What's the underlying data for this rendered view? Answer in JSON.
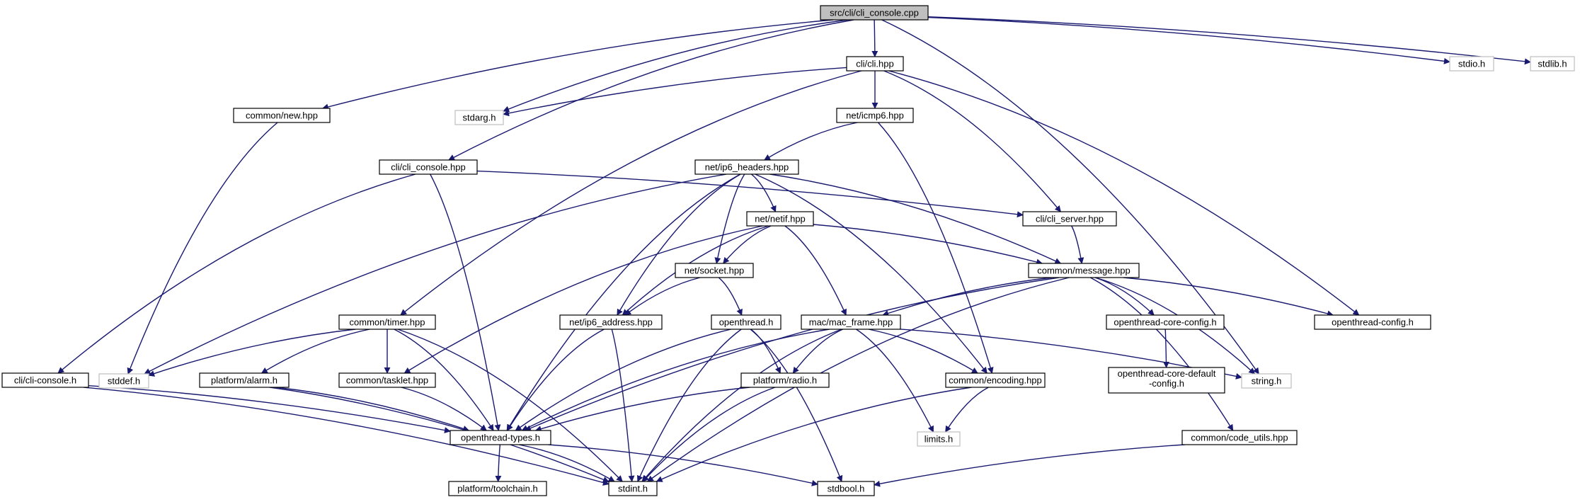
{
  "nodes": [
    {
      "id": "root",
      "label": "src/cli/cli_console.cpp",
      "kind": "root"
    },
    {
      "id": "cli_hpp",
      "label": "cli/cli.hpp",
      "kind": "local"
    },
    {
      "id": "stdio",
      "label": "stdio.h",
      "kind": "system"
    },
    {
      "id": "stdlib",
      "label": "stdlib.h",
      "kind": "system"
    },
    {
      "id": "common_new",
      "label": "common/new.hpp",
      "kind": "local"
    },
    {
      "id": "stdarg",
      "label": "stdarg.h",
      "kind": "system"
    },
    {
      "id": "net_icmp6",
      "label": "net/icmp6.hpp",
      "kind": "local"
    },
    {
      "id": "cli_console_hpp",
      "label": "cli/cli_console.hpp",
      "kind": "local"
    },
    {
      "id": "net_ip6_headers",
      "label": "net/ip6_headers.hpp",
      "kind": "local"
    },
    {
      "id": "cli_server",
      "label": "cli/cli_server.hpp",
      "kind": "local"
    },
    {
      "id": "net_netif",
      "label": "net/netif.hpp",
      "kind": "local"
    },
    {
      "id": "net_socket",
      "label": "net/socket.hpp",
      "kind": "local"
    },
    {
      "id": "common_message",
      "label": "common/message.hpp",
      "kind": "local"
    },
    {
      "id": "common_timer",
      "label": "common/timer.hpp",
      "kind": "local"
    },
    {
      "id": "net_ip6_address",
      "label": "net/ip6_address.hpp",
      "kind": "local"
    },
    {
      "id": "openthread_h",
      "label": "openthread.h",
      "kind": "local"
    },
    {
      "id": "mac_frame",
      "label": "mac/mac_frame.hpp",
      "kind": "local"
    },
    {
      "id": "ot_core_config",
      "label": "openthread-core-config.h",
      "kind": "local"
    },
    {
      "id": "ot_config",
      "label": "openthread-config.h",
      "kind": "local"
    },
    {
      "id": "cli_console_h",
      "label": "cli/cli-console.h",
      "kind": "local"
    },
    {
      "id": "stddef",
      "label": "stddef.h",
      "kind": "system"
    },
    {
      "id": "platform_alarm",
      "label": "platform/alarm.h",
      "kind": "local"
    },
    {
      "id": "common_tasklet",
      "label": "common/tasklet.hpp",
      "kind": "local"
    },
    {
      "id": "platform_radio",
      "label": "platform/radio.h",
      "kind": "local"
    },
    {
      "id": "common_encoding",
      "label": "common/encoding.hpp",
      "kind": "local"
    },
    {
      "id": "ot_core_default",
      "label": "openthread-core-default",
      "label2": "-config.h",
      "kind": "local"
    },
    {
      "id": "string_h",
      "label": "string.h",
      "kind": "system"
    },
    {
      "id": "ot_types",
      "label": "openthread-types.h",
      "kind": "local"
    },
    {
      "id": "limits",
      "label": "limits.h",
      "kind": "system"
    },
    {
      "id": "common_code_utils",
      "label": "common/code_utils.hpp",
      "kind": "local"
    },
    {
      "id": "platform_toolchain",
      "label": "platform/toolchain.h",
      "kind": "local"
    },
    {
      "id": "stdint",
      "label": "stdint.h",
      "kind": "local"
    },
    {
      "id": "stdbool",
      "label": "stdbool.h",
      "kind": "local"
    }
  ],
  "edges": [
    [
      "root",
      "cli_hpp"
    ],
    [
      "root",
      "stdio"
    ],
    [
      "root",
      "stdlib"
    ],
    [
      "root",
      "common_new"
    ],
    [
      "root",
      "stdarg"
    ],
    [
      "root",
      "cli_console_hpp"
    ],
    [
      "root",
      "string_h"
    ],
    [
      "cli_hpp",
      "stdarg"
    ],
    [
      "cli_hpp",
      "net_icmp6"
    ],
    [
      "cli_hpp",
      "cli_server"
    ],
    [
      "cli_hpp",
      "common_timer"
    ],
    [
      "cli_hpp",
      "ot_config"
    ],
    [
      "common_new",
      "stddef"
    ],
    [
      "net_icmp6",
      "net_ip6_headers"
    ],
    [
      "net_icmp6",
      "common_encoding"
    ],
    [
      "cli_console_hpp",
      "cli_server"
    ],
    [
      "cli_console_hpp",
      "cli_console_h"
    ],
    [
      "cli_console_hpp",
      "ot_types"
    ],
    [
      "net_ip6_headers",
      "net_netif"
    ],
    [
      "net_ip6_headers",
      "net_socket"
    ],
    [
      "net_ip6_headers",
      "common_message"
    ],
    [
      "net_ip6_headers",
      "net_ip6_address"
    ],
    [
      "net_ip6_headers",
      "ot_types"
    ],
    [
      "net_ip6_headers",
      "stddef"
    ],
    [
      "net_ip6_headers",
      "common_encoding"
    ],
    [
      "cli_server",
      "common_message"
    ],
    [
      "net_netif",
      "net_socket"
    ],
    [
      "net_netif",
      "common_message"
    ],
    [
      "net_netif",
      "mac_frame"
    ],
    [
      "net_netif",
      "net_ip6_address"
    ],
    [
      "net_netif",
      "common_tasklet"
    ],
    [
      "net_socket",
      "net_ip6_address"
    ],
    [
      "net_socket",
      "openthread_h"
    ],
    [
      "common_message",
      "mac_frame"
    ],
    [
      "common_message",
      "ot_core_config"
    ],
    [
      "common_message",
      "ot_config"
    ],
    [
      "common_message",
      "string_h"
    ],
    [
      "common_message",
      "common_code_utils"
    ],
    [
      "common_message",
      "ot_types"
    ],
    [
      "common_message",
      "stdint"
    ],
    [
      "common_timer",
      "common_tasklet"
    ],
    [
      "common_timer",
      "platform_alarm"
    ],
    [
      "common_timer",
      "stddef"
    ],
    [
      "common_timer",
      "ot_types"
    ],
    [
      "common_timer",
      "stdint"
    ],
    [
      "net_ip6_address",
      "ot_types"
    ],
    [
      "net_ip6_address",
      "stdint"
    ],
    [
      "openthread_h",
      "platform_radio"
    ],
    [
      "openthread_h",
      "ot_types"
    ],
    [
      "openthread_h",
      "stdint"
    ],
    [
      "openthread_h",
      "stdbool"
    ],
    [
      "mac_frame",
      "platform_radio"
    ],
    [
      "mac_frame",
      "common_encoding"
    ],
    [
      "mac_frame",
      "limits"
    ],
    [
      "mac_frame",
      "string_h"
    ],
    [
      "mac_frame",
      "ot_types"
    ],
    [
      "mac_frame",
      "stdint"
    ],
    [
      "ot_core_config",
      "ot_core_default"
    ],
    [
      "cli_console_h",
      "ot_types"
    ],
    [
      "cli_console_h",
      "stdint"
    ],
    [
      "platform_alarm",
      "ot_types"
    ],
    [
      "platform_alarm",
      "stdint"
    ],
    [
      "common_tasklet",
      "ot_types"
    ],
    [
      "platform_radio",
      "ot_types"
    ],
    [
      "platform_radio",
      "stdint"
    ],
    [
      "common_encoding",
      "limits"
    ],
    [
      "common_encoding",
      "stdint"
    ],
    [
      "ot_types",
      "platform_toolchain"
    ],
    [
      "ot_types",
      "stdint"
    ],
    [
      "ot_types",
      "stdbool"
    ],
    [
      "common_code_utils",
      "stdbool"
    ]
  ]
}
